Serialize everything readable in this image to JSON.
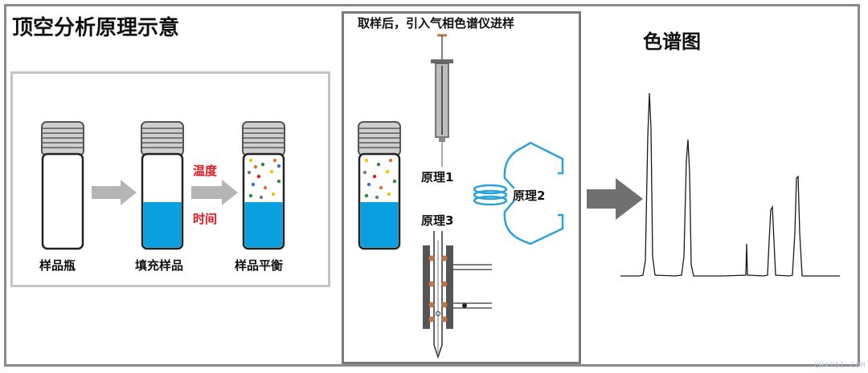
{
  "titles": {
    "main": "顶空分析原理示意",
    "sampling": "取样后，引入气相色谱仪进样",
    "chromatogram": "色谱图"
  },
  "steps": [
    {
      "label": "样品瓶"
    },
    {
      "label": "填充样品"
    },
    {
      "label": "样品平衡"
    }
  ],
  "conditions": {
    "temperature": "温度",
    "time": "时间"
  },
  "principles": {
    "p1": "原理1",
    "p2": "原理2",
    "p3": "原理3"
  },
  "watermark": "LHXTQI.COM",
  "colors": {
    "liquid": "#0aa0e0",
    "red_text": "#e8131c",
    "arrow": "#b5b5b5",
    "coil": "#29a3d8",
    "septa": "#c0764a"
  }
}
